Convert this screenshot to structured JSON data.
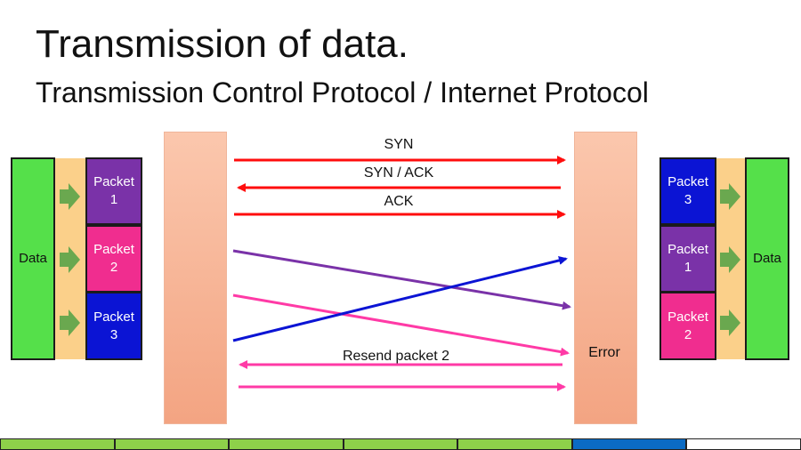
{
  "title": "Transmission of data.",
  "subtitle": "Transmission Control Protocol / Internet Protocol",
  "sender": {
    "data_label": "Data",
    "packets": [
      {
        "label": "Packet\n1",
        "color": "#7a32a8"
      },
      {
        "label": "Packet\n2",
        "color": "#f02d8f"
      },
      {
        "label": "Packet\n3",
        "color": "#0b14d4"
      }
    ]
  },
  "receiver": {
    "data_label": "Data",
    "packets": [
      {
        "label": "Packet\n3",
        "color": "#0b14d4"
      },
      {
        "label": "Packet\n1",
        "color": "#7a32a8"
      },
      {
        "label": "Packet\n2",
        "color": "#f02d8f"
      }
    ]
  },
  "messages": {
    "syn": "SYN",
    "syn_ack": "SYN / ACK",
    "ack": "ACK",
    "resend": "Resend packet 2",
    "error": "Error"
  },
  "colors": {
    "handshake": "#ff0d0d",
    "purple": "#7a32a8",
    "pink": "#ff3aa6",
    "blue": "#0b14d4",
    "arrow_green": "#6aa84f",
    "column": "#f6ae8c"
  },
  "progress_segments": [
    {
      "color": "#8ed14a"
    },
    {
      "color": "#8ed14a"
    },
    {
      "color": "#8ed14a"
    },
    {
      "color": "#8ed14a"
    },
    {
      "color": "#8ed14a"
    },
    {
      "color": "#0b6bc4"
    },
    {
      "color": "#ffffff"
    }
  ]
}
